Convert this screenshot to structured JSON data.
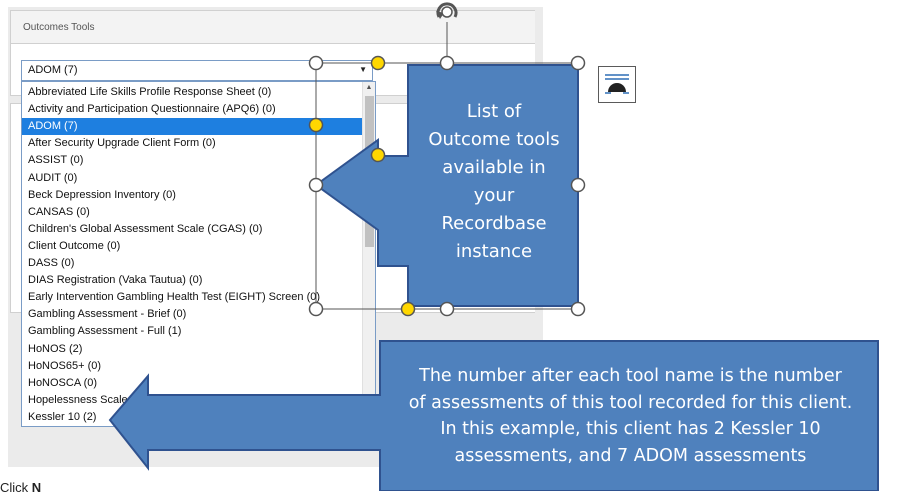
{
  "panel": {
    "header_title": "Outcomes Tools"
  },
  "select": {
    "value": "ADOM (7)",
    "arrow_icon": "dropdown-arrow-icon"
  },
  "dropdown_options": [
    "Abbreviated Life Skills Profile Response Sheet (0)",
    "Activity and Participation Questionnaire (APQ6) (0)",
    "ADOM (7)",
    "After Security Upgrade Client Form (0)",
    "ASSIST (0)",
    "AUDIT (0)",
    "Beck Depression Inventory (0)",
    "CANSAS (0)",
    "Children's Global Assessment Scale (CGAS) (0)",
    "Client Outcome (0)",
    "DASS (0)",
    "DIAS Registration (Vaka Tautua) (0)",
    "Early Intervention Gambling Health Test (EIGHT) Screen (0)",
    "Gambling Assessment - Brief (0)",
    "Gambling Assessment - Full (1)",
    "HoNOS (2)",
    "HoNOS65+ (0)",
    "HoNOSCA (0)",
    "Hopelessness Scale (0)",
    "Kessler 10 (2)"
  ],
  "selected_option": "ADOM (7)",
  "callout_tools": {
    "lines": [
      "List of",
      "Outcome tools",
      "available in",
      "your",
      "Recordbase",
      "instance"
    ]
  },
  "callout_number": {
    "lines": [
      "The number after each tool name is the number",
      "of assessments of this tool recorded for this client.",
      "In this example, this client has 2 Kessler 10",
      "assessments, and 7 ADOM assessments"
    ]
  },
  "footer": {
    "prefix": "Click ",
    "bold": "N"
  },
  "icons": {
    "rotate_handle": "rotate-handle-icon",
    "layout_options": "layout-options-icon"
  },
  "colors": {
    "callout_fill": "#4f81bd",
    "callout_border": "#2f528f",
    "selected_row": "#1e7fe0",
    "handle_yellow": "#ffd700"
  }
}
